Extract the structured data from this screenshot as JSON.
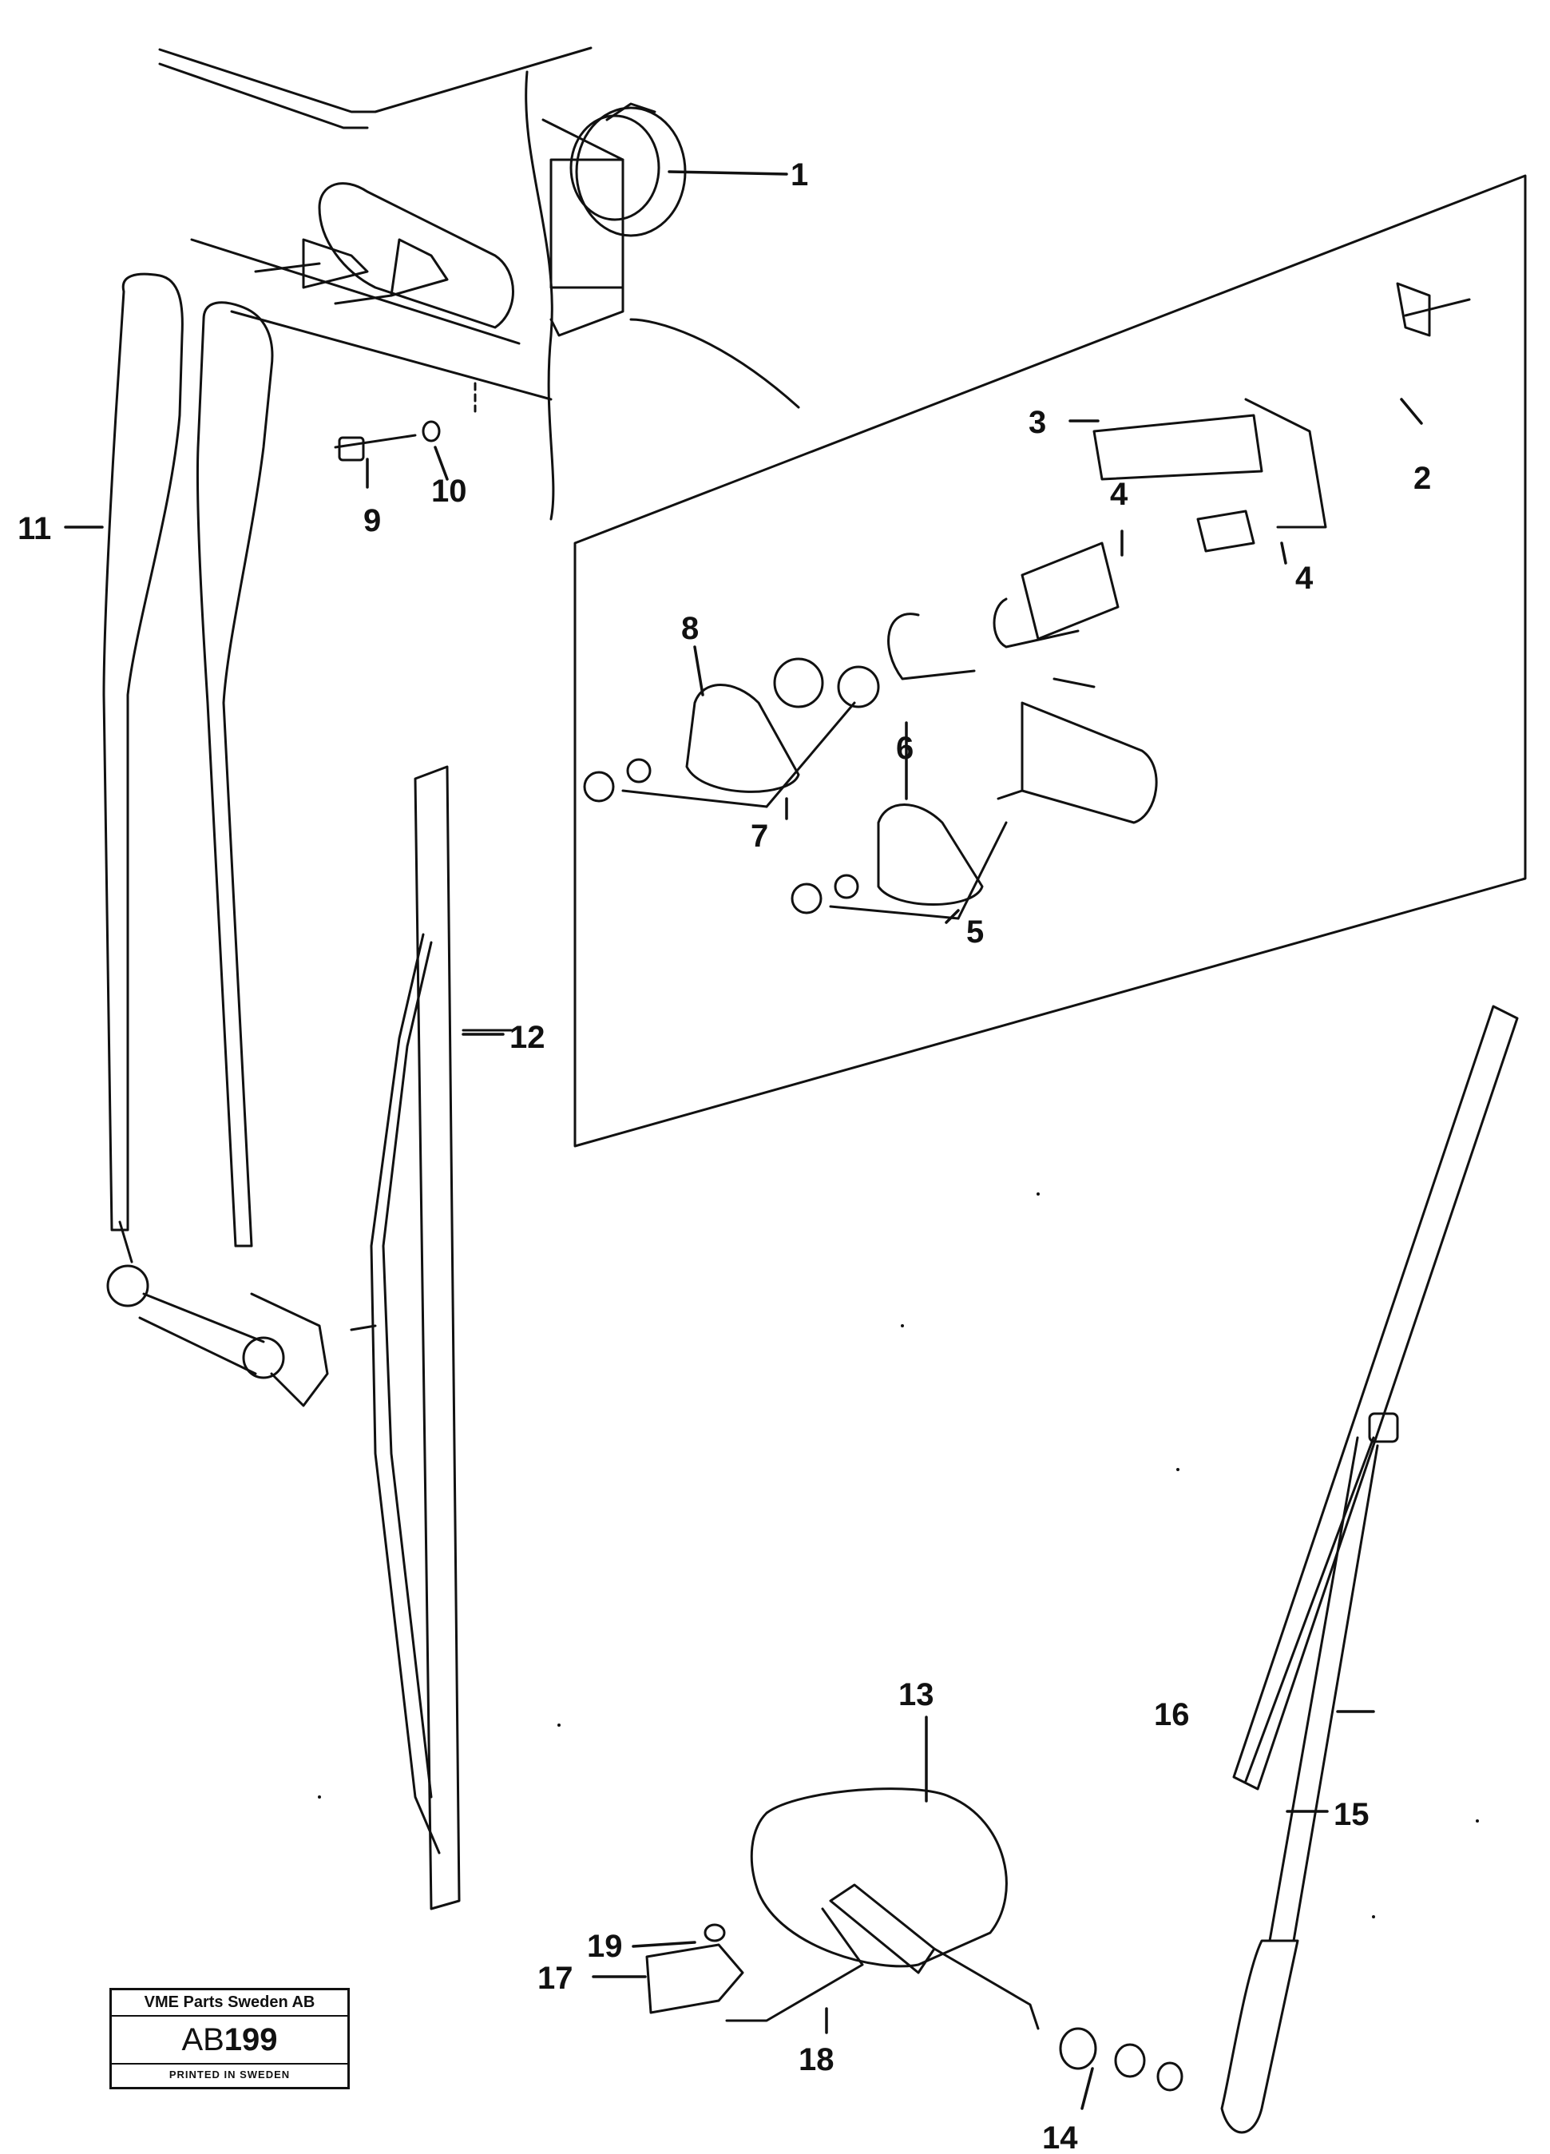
{
  "callouts": {
    "c1": "1",
    "c2": "2",
    "c3": "3",
    "c4a": "4",
    "c4b": "4",
    "c5": "5",
    "c6": "6",
    "c7": "7",
    "c8": "8",
    "c9": "9",
    "c10": "10",
    "c11": "11",
    "c12": "12",
    "c13": "13",
    "c14": "14",
    "c15": "15",
    "c16": "16",
    "c17": "17",
    "c18": "18",
    "c19": "19"
  },
  "stamp": {
    "company": "VME Parts Sweden AB",
    "code_prefix": "AB",
    "code_number": "199",
    "footer": "PRINTED IN SWEDEN"
  }
}
